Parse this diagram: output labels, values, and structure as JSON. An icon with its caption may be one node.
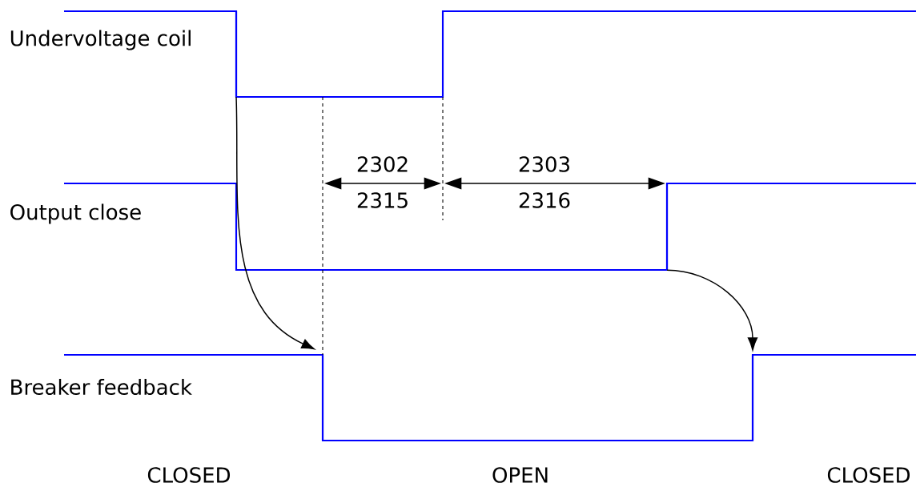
{
  "diagram": {
    "nodes": [
      {
        "text": [],
        "shape": "line"
      },
      {
        "text": [],
        "shape": "line"
      },
      {
        "text": [],
        "shape": "line"
      },
      {
        "text": [],
        "shape": "line"
      }
    ],
    "edges": [
      {
        "from": 0,
        "to": 1,
        "arrow": "to"
      },
      {
        "from": 2,
        "to": 3,
        "arrow": "to"
      }
    ],
    "labels": [
      "Undervoltage coil",
      "2302",
      "2303",
      "Output close",
      "2315",
      "2316",
      "Breaker feedback",
      "CLOSED",
      "OPEN",
      "CLOSED"
    ]
  }
}
